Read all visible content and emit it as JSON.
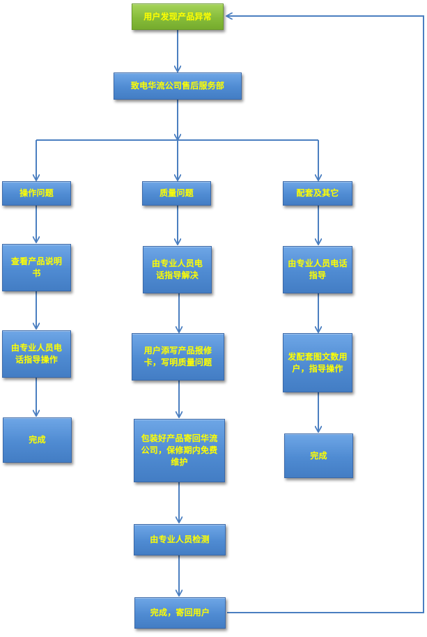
{
  "nodes": {
    "start": "用户发现产品异常",
    "service_dept": "致电华流公司售后服务部",
    "operation_issue": "操作问题",
    "quality_issue": "质量问题",
    "accessories_other": "配套及其它",
    "read_manual": "查看产品说明书",
    "guide_operation": "由专业人员电话指导操作",
    "done_left": "完成",
    "guide_solve": "由专业人员电话指导解决",
    "fill_card": "用户添写产品报修卡，写明质量问题",
    "pack_send": "包装好产品寄回华流公司，保修期内免费维护",
    "inspect": "由专业人员检测",
    "done_return": "完成，寄回用户",
    "guide_phone": "由专业人员电话指导",
    "send_docs": "发配套图文数用户，指导操作",
    "done_right": "完成"
  },
  "colors": {
    "node_fill": "#4f8bd2",
    "start_fill": "#86bc3a",
    "text": "#ffff00",
    "connector": "#4a7ec0"
  }
}
